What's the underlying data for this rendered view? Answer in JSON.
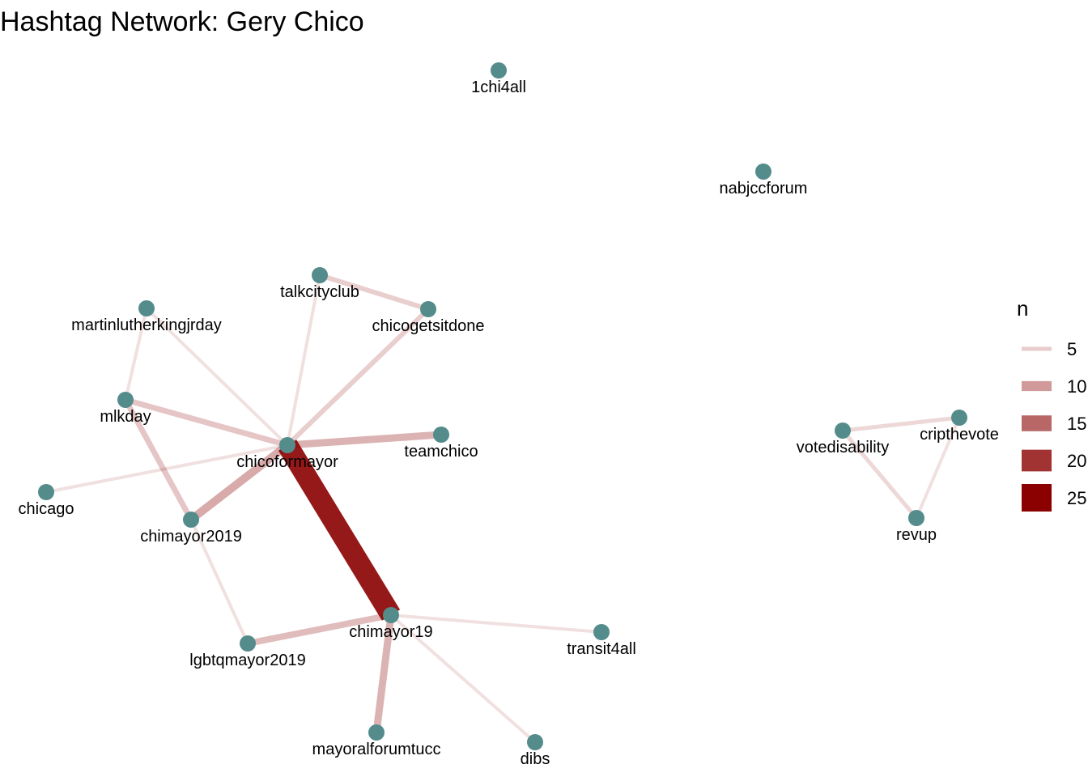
{
  "title": "Hashtag Network: Gery Chico",
  "node_color": "#548b8b",
  "edge_color": "#8b0000",
  "nodes": [
    {
      "id": "1chi4all",
      "label": "1chi4all"
    },
    {
      "id": "nabjccforum",
      "label": "nabjccforum"
    },
    {
      "id": "talkcityclub",
      "label": "talkcityclub"
    },
    {
      "id": "chicogetsitdone",
      "label": "chicogetsitdone"
    },
    {
      "id": "martinlutherkingjrday",
      "label": "martinlutherkingjrday"
    },
    {
      "id": "mlkday",
      "label": "mlkday"
    },
    {
      "id": "chicoformayor",
      "label": "chicoformayor"
    },
    {
      "id": "teamchico",
      "label": "teamchico"
    },
    {
      "id": "chicago",
      "label": "chicago"
    },
    {
      "id": "chimayor2019",
      "label": "chimayor2019"
    },
    {
      "id": "chimayor19",
      "label": "chimayor19"
    },
    {
      "id": "transit4all",
      "label": "transit4all"
    },
    {
      "id": "lgbtqmayor2019",
      "label": "lgbtqmayor2019"
    },
    {
      "id": "mayoralforumtucc",
      "label": "mayoralforumtucc"
    },
    {
      "id": "dibs",
      "label": "dibs"
    },
    {
      "id": "votedisability",
      "label": "votedisability"
    },
    {
      "id": "cripthevote",
      "label": "cripthevote"
    },
    {
      "id": "revup",
      "label": "revup"
    }
  ],
  "edges": [
    {
      "source": "chicoformayor",
      "target": "chimayor19",
      "n": 25
    },
    {
      "source": "chicoformayor",
      "target": "chimayor2019",
      "n": 9
    },
    {
      "source": "chicoformayor",
      "target": "teamchico",
      "n": 8
    },
    {
      "source": "chimayor19",
      "target": "mayoralforumtucc",
      "n": 8
    },
    {
      "source": "chimayor19",
      "target": "lgbtqmayor2019",
      "n": 7
    },
    {
      "source": "mlkday",
      "target": "chimayor2019",
      "n": 6
    },
    {
      "source": "chicoformayor",
      "target": "mlkday",
      "n": 6
    },
    {
      "source": "talkcityclub",
      "target": "chicogetsitdone",
      "n": 5
    },
    {
      "source": "chicoformayor",
      "target": "chicogetsitdone",
      "n": 5
    },
    {
      "source": "votedisability",
      "target": "cripthevote",
      "n": 4
    },
    {
      "source": "votedisability",
      "target": "revup",
      "n": 4
    },
    {
      "source": "chicoformayor",
      "target": "chicago",
      "n": 3
    },
    {
      "source": "chicoformayor",
      "target": "martinlutherkingjrday",
      "n": 3
    },
    {
      "source": "martinlutherkingjrday",
      "target": "mlkday",
      "n": 3
    },
    {
      "source": "chicoformayor",
      "target": "talkcityclub",
      "n": 3
    },
    {
      "source": "chimayor2019",
      "target": "lgbtqmayor2019",
      "n": 3
    },
    {
      "source": "chimayor19",
      "target": "transit4all",
      "n": 3
    },
    {
      "source": "chimayor19",
      "target": "dibs",
      "n": 3
    },
    {
      "source": "cripthevote",
      "target": "revup",
      "n": 3
    }
  ],
  "legend": {
    "title": "n",
    "items": [
      {
        "label": "5",
        "value": 5
      },
      {
        "label": "10",
        "value": 10
      },
      {
        "label": "15",
        "value": 15
      },
      {
        "label": "20",
        "value": 20
      },
      {
        "label": "25",
        "value": 25
      }
    ]
  }
}
